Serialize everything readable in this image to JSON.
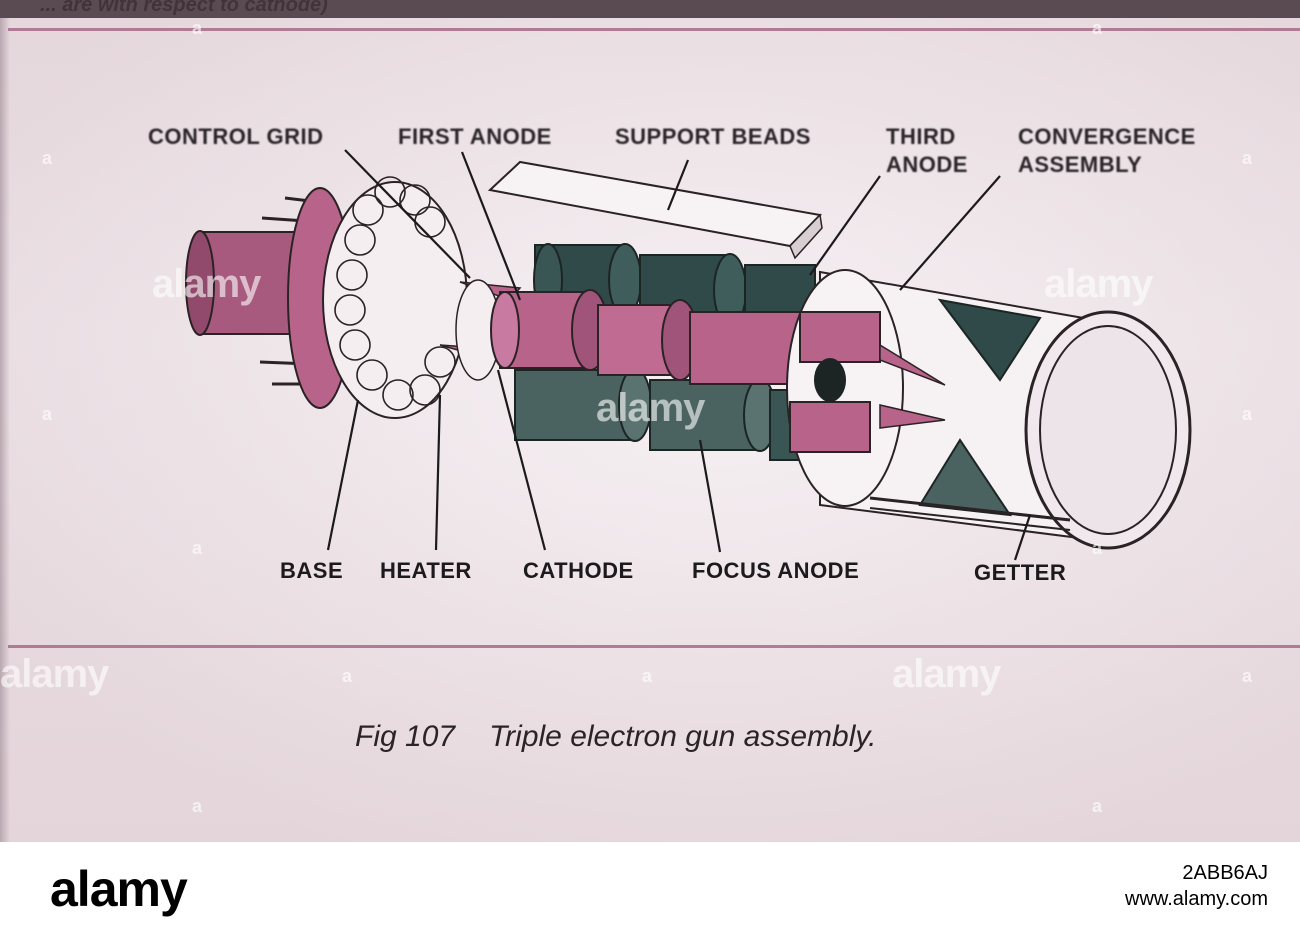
{
  "header": {
    "partial_text": "... are with respect to cathode)"
  },
  "labels": {
    "control_grid": "CONTROL GRID",
    "first_anode": "FIRST ANODE",
    "support_beads": "SUPPORT BEADS",
    "third_anode_1": "THIRD",
    "third_anode_2": "ANODE",
    "convergence_1": "CONVERGENCE",
    "convergence_2": "ASSEMBLY",
    "base": "BASE",
    "heater": "HEATER",
    "cathode": "CATHODE",
    "focus_anode": "FOCUS ANODE",
    "getter": "GETTER"
  },
  "caption": {
    "number": "Fig 107",
    "title": "Triple electron gun assembly."
  },
  "watermark": {
    "text": "alamy",
    "small": "a"
  },
  "footer": {
    "brand": "alamy",
    "image_id": "2ABB6AJ",
    "site": "www.alamy.com"
  },
  "colors": {
    "magenta": "#b8648a",
    "teal": "#2f4a48",
    "rule": "#a66a86",
    "paper": "#eee4e8"
  }
}
